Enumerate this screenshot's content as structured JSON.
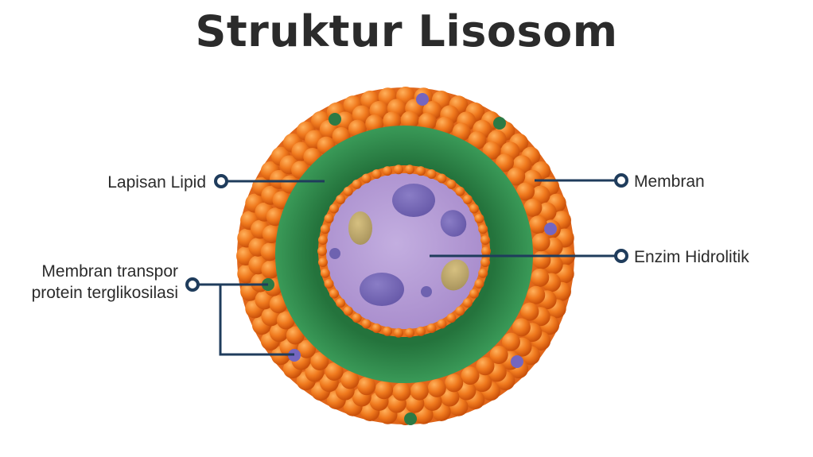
{
  "title": "Struktur Lisosom",
  "labels": {
    "lipid_layer": "Lapisan Lipid",
    "membrane": "Membran",
    "transport_protein_line1": "Membran transpor",
    "transport_protein_line2": "protein terglikosilasi",
    "hydrolytic_enzyme": "Enzim Hidrolitik"
  },
  "colors": {
    "outer_bead": "#f07a1e",
    "outer_bead_dark": "#d4580c",
    "lumen_green": "#2e8a4a",
    "inner_purple": "#b79fd6",
    "vesicle_purple": "#7668b4",
    "vesicle_olive": "#bca46a",
    "protein_green": "#2c7a45",
    "protein_purple": "#7466c0",
    "leader_line": "#1f3c5c",
    "text": "#2b2b2b"
  }
}
